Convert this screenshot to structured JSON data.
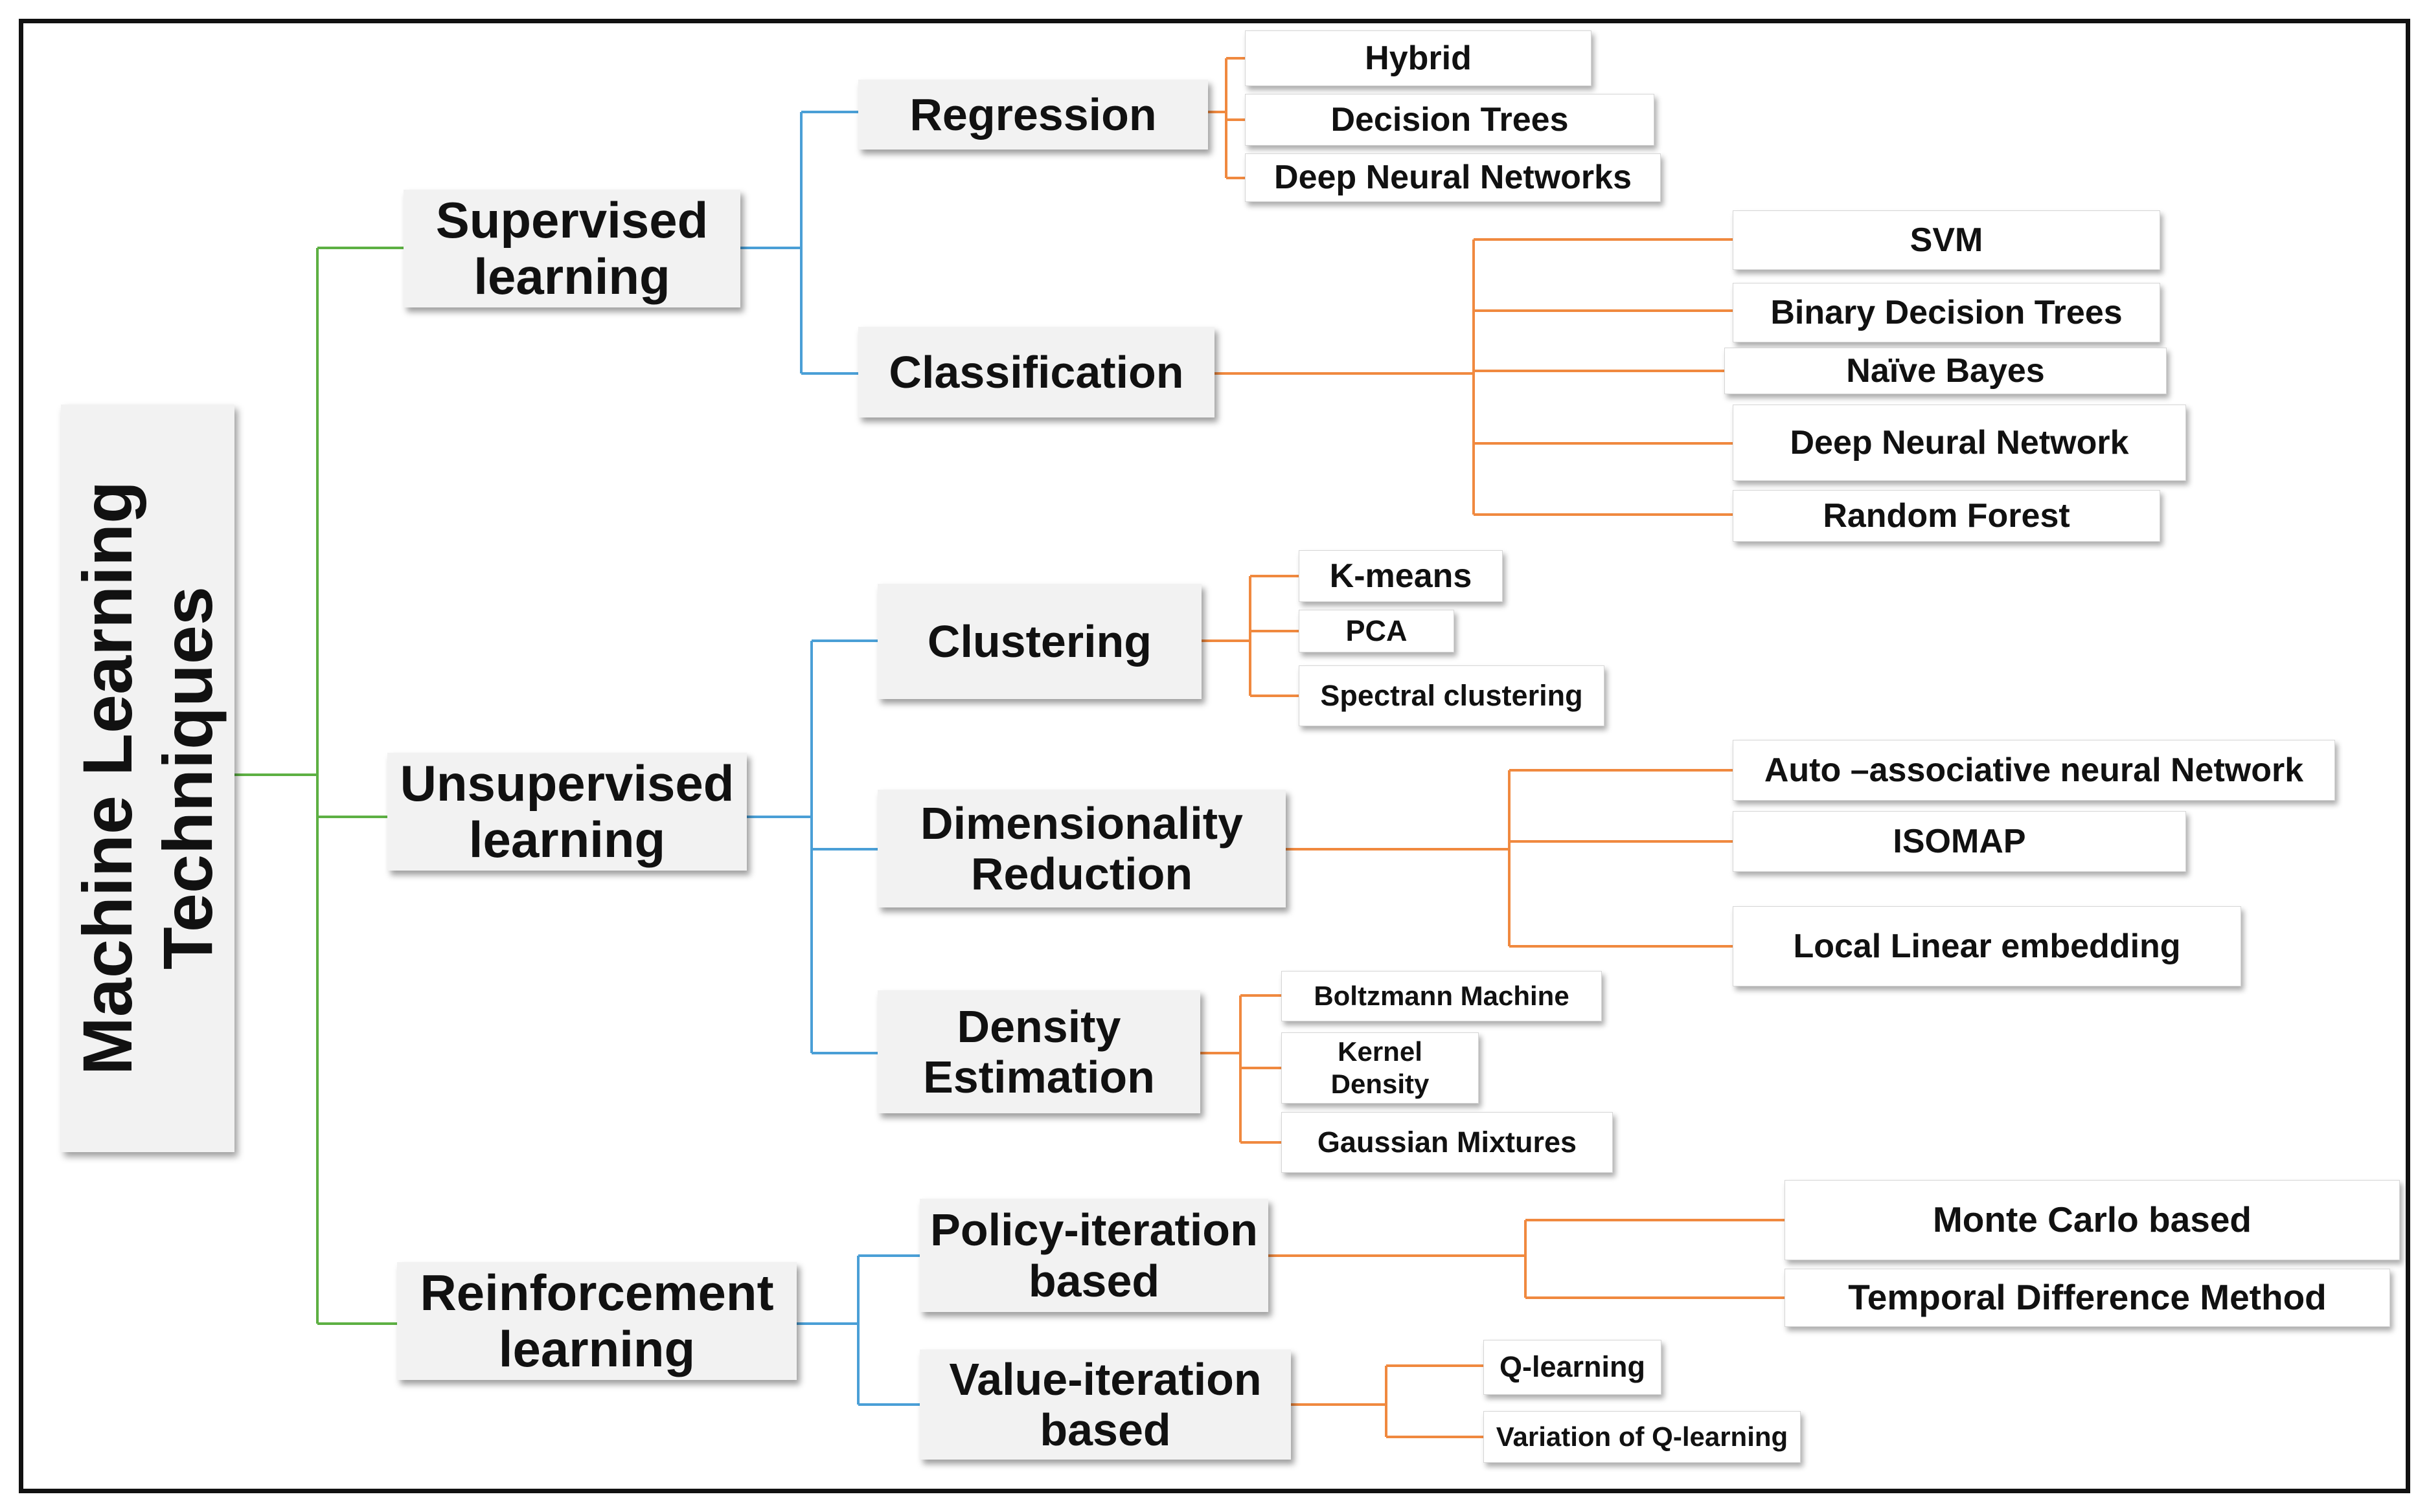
{
  "root": {
    "line1": "Machine Learning",
    "line2": "Techniques"
  },
  "categories": {
    "supervised": {
      "line1": "Supervised",
      "line2": "learning"
    },
    "unsupervised": {
      "line1": "Unsupervised",
      "line2": "learning"
    },
    "reinforcement": {
      "line1": "Reinforcement",
      "line2": "learning"
    }
  },
  "methods": {
    "regression": "Regression",
    "classification": "Classification",
    "clustering": "Clustering",
    "dimensionality_reduction": {
      "line1": "Dimensionality",
      "line2": "Reduction"
    },
    "density_estimation": {
      "line1": "Density",
      "line2": "Estimation"
    },
    "policy_iteration": {
      "line1": "Policy-iteration",
      "line2": "based"
    },
    "value_iteration": {
      "line1": "Value-iteration",
      "line2": "based"
    }
  },
  "algorithms": {
    "regression": [
      "Hybrid",
      "Decision Trees",
      "Deep Neural Networks"
    ],
    "classification": [
      "SVM",
      "Binary Decision Trees",
      "Naïve Bayes",
      "Deep Neural Network",
      "Random Forest"
    ],
    "clustering": [
      "K-means",
      "PCA",
      "Spectral clustering"
    ],
    "dimensionality_reduction": [
      "Auto –associative neural Network",
      "ISOMAP",
      "Local Linear embedding"
    ],
    "density_estimation": [
      "Boltzmann Machine",
      "Kernel Density",
      "Gaussian Mixtures"
    ],
    "policy_iteration": [
      "Monte Carlo based",
      "Temporal Difference Method"
    ],
    "value_iteration": [
      "Q-learning",
      "Variation of Q-learning"
    ]
  },
  "colors": {
    "root_links": "#5db043",
    "category_links": "#4a9fd6",
    "algorithm_links": "#f0893f",
    "node_fill": "#f2f2f2",
    "leaf_fill": "#ffffff",
    "frame": "#111111"
  }
}
